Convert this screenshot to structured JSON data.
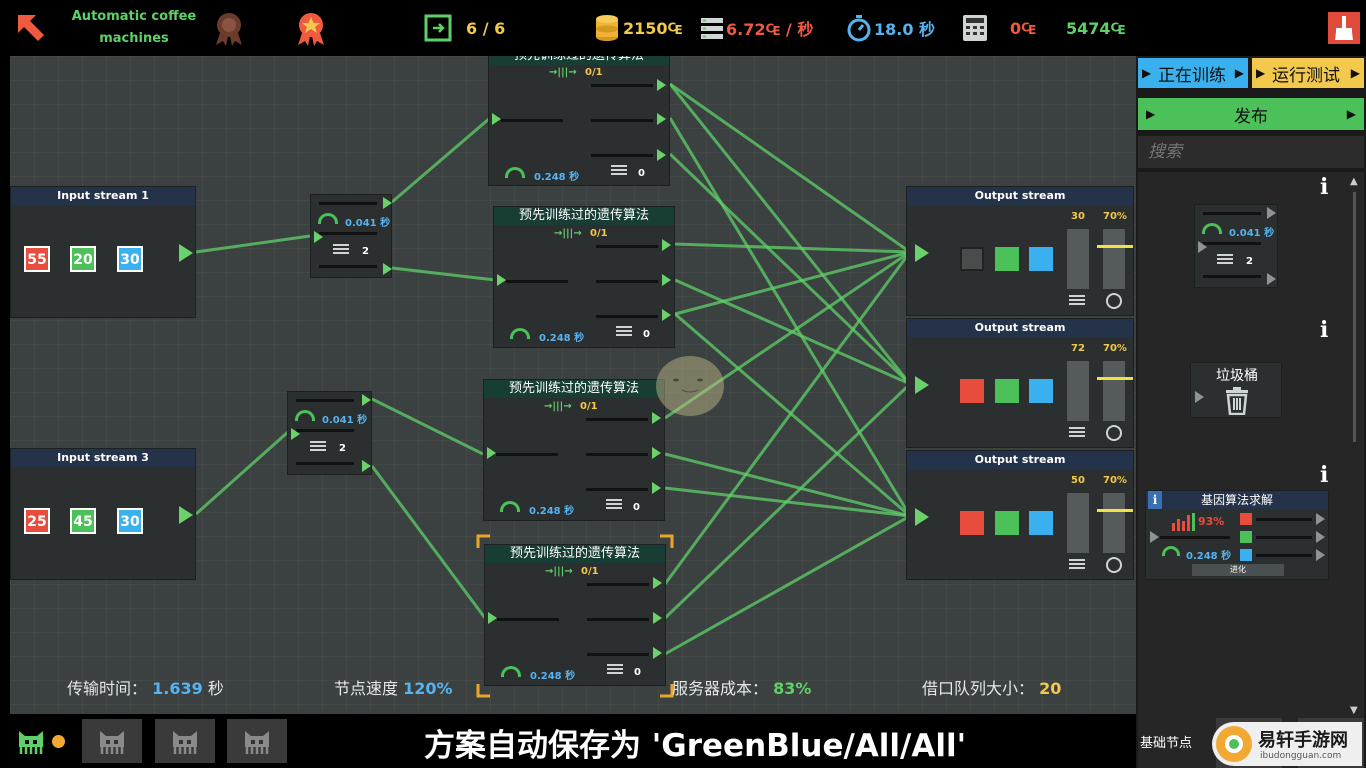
{
  "topbar": {
    "level_name": "Automatic coffee machines",
    "slots": "6 / 6",
    "money": "2150₠",
    "cost_rate": "6.72₠ / 秒",
    "time": "18.0 秒",
    "balance": "0₠",
    "total": "5474₠"
  },
  "nodes": {
    "input1": {
      "title": "Input stream 1",
      "values": [
        "55",
        "20",
        "30"
      ]
    },
    "input3": {
      "title": "Input stream 3",
      "values": [
        "25",
        "45",
        "30"
      ]
    },
    "splitter_a": {
      "speed": "0.041 秒",
      "count": "2"
    },
    "splitter_b": {
      "speed": "0.041 秒",
      "count": "2"
    },
    "genetic_top": {
      "title": "预先训练过的遗传算法",
      "ratio": "0/1",
      "speed": "0.248 秒",
      "count": "0"
    },
    "genetic_1": {
      "title": "预先训练过的遗传算法",
      "ratio": "0/1",
      "speed": "0.248 秒",
      "count": "0"
    },
    "genetic_2": {
      "title": "预先训练过的遗传算法",
      "ratio": "0/1",
      "speed": "0.248 秒",
      "count": "0"
    },
    "genetic_3": {
      "title": "预先训练过的遗传算法",
      "ratio": "0/1",
      "speed": "0.248 秒",
      "count": "0"
    },
    "output1": {
      "title": "Output stream",
      "count": "30",
      "accuracy": "70%"
    },
    "output2": {
      "title": "Output stream",
      "count": "72",
      "accuracy": "70%"
    },
    "output3": {
      "title": "Output stream",
      "count": "50",
      "accuracy": "70%"
    }
  },
  "stats": {
    "transfer_label": "传输时间：",
    "transfer_value": "1.639",
    "transfer_unit": "秒",
    "node_speed_label": "节点速度",
    "node_speed_value": "120%",
    "server_cost_label": "服务器成本：",
    "server_cost_value": "83%",
    "queue_label": "借口队列大小：",
    "queue_value": "20"
  },
  "autosave_message": "方案自动保存为 'GreenBlue/All/All'",
  "right_panel": {
    "training_label": "正在训练",
    "run_test_label": "运行测试",
    "publish_label": "发布",
    "search_placeholder": "搜索",
    "splitter_speed": "0.041 秒",
    "splitter_count": "2",
    "trash_label": "垃圾桶",
    "solver_title": "基因算法求解",
    "solver_percent": "93%",
    "solver_speed": "0.248 秒",
    "evolve_label": "进化",
    "base_label": "基础节点"
  },
  "watermark": {
    "name": "易轩手游网",
    "url": "ibudongguan.com"
  },
  "colors": {
    "wire": "#5fd068",
    "accent_blue": "#56b3f0",
    "accent_yellow": "#f2c94c",
    "accent_red": "#f05a3f",
    "publish_green": "#4cc159"
  }
}
